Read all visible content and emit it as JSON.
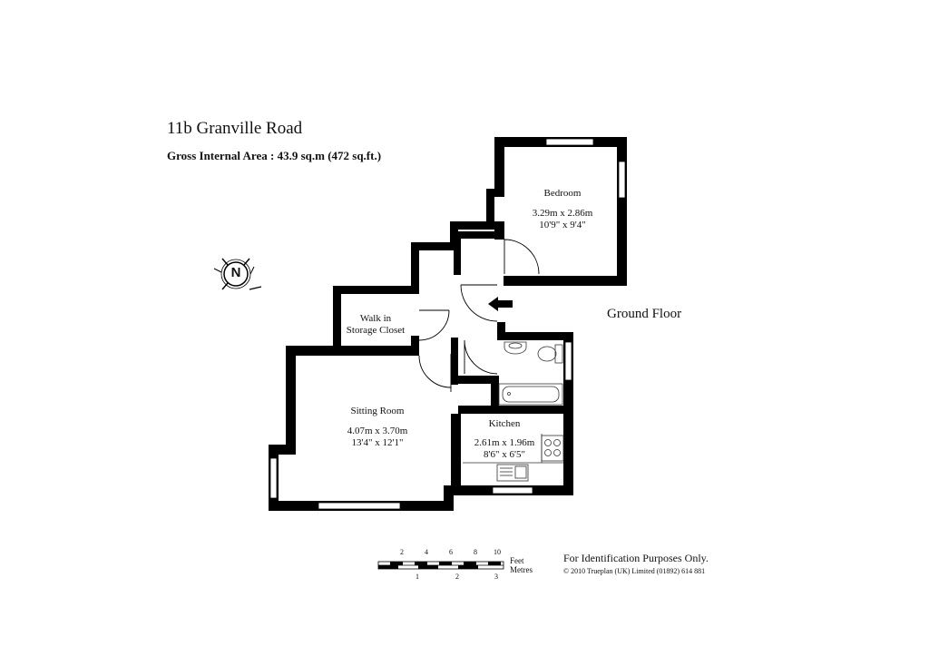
{
  "title": "11b Granville Road",
  "gross_internal_area": "Gross Internal Area  :  43.9 sq.m   (472 sq.ft.)",
  "floor_label": "Ground Floor",
  "compass": {
    "letter": "N",
    "icon": "compass-rose-icon"
  },
  "rooms": {
    "bedroom": {
      "name": "Bedroom",
      "metric": "3.29m  x  2.86m",
      "imperial": "10'9\"  x  9'4\""
    },
    "walk_in": {
      "name_line1": "Walk in",
      "name_line2": "Storage Closet"
    },
    "sitting": {
      "name": "Sitting Room",
      "metric": "4.07m  x  3.70m",
      "imperial": "13'4\"  x  12'1\""
    },
    "kitchen": {
      "name": "Kitchen",
      "metric": "2.61m  x  1.96m",
      "imperial": "8'6\"  x  6'5\""
    }
  },
  "entrance_icon": "entrance-arrow-icon",
  "scale": {
    "feet_label": "Feet",
    "metres_label": "Metres",
    "feet_ticks": [
      "2",
      "4",
      "6",
      "8",
      "10"
    ],
    "metre_ticks": [
      "1",
      "2",
      "3"
    ]
  },
  "footer": {
    "identification": "For Identification Purposes Only.",
    "copyright": "© 2010 Trueplan (UK) Limited  (01892) 614 881"
  },
  "colors": {
    "wall": "#000000",
    "fixture": "#333333",
    "background": "#ffffff"
  }
}
